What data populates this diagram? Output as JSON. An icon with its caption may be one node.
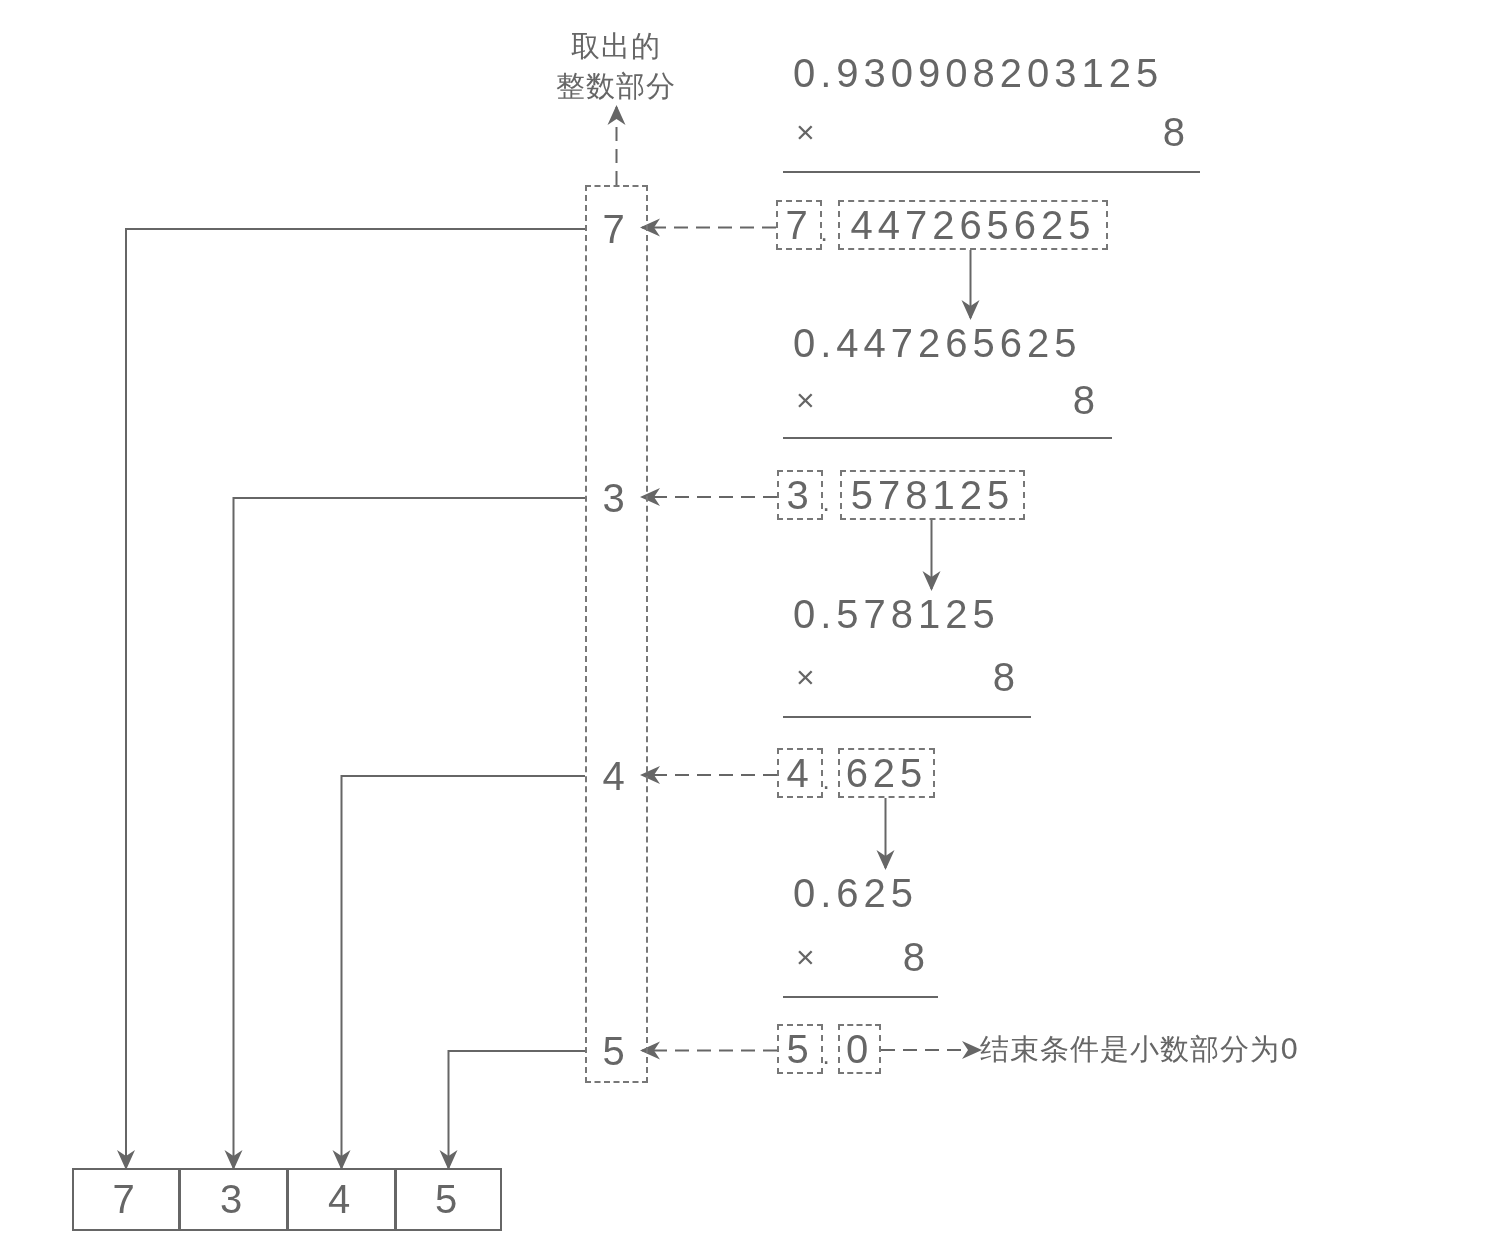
{
  "diagram": {
    "nodes": [
      {
        "text": [],
        "shape": "box"
      },
      {
        "text": [
          "7"
        ],
        "in": 0
      },
      {
        "text": [
          "3"
        ],
        "in": 0
      },
      {
        "text": [
          "4"
        ],
        "in": 0
      },
      {
        "text": [
          "5"
        ],
        "in": 0
      },
      {
        "text": [
          "取出的整数部分"
        ]
      },
      {
        "text": [
          "7"
        ]
      },
      {
        "text": [
          "447265625"
        ]
      },
      {
        "text": [
          "0.447265625"
        ]
      },
      {
        "text": [
          "3"
        ]
      },
      {
        "text": [
          "578125"
        ]
      },
      {
        "text": [
          "0.578125"
        ]
      },
      {
        "text": [
          "4"
        ]
      },
      {
        "text": [
          "625"
        ]
      },
      {
        "text": [
          "0.625"
        ]
      },
      {
        "text": [
          "5"
        ]
      },
      {
        "text": [
          "0"
        ]
      },
      {
        "text": [
          "结束条件是小数部分为0"
        ]
      },
      {
        "text": [
          "7"
        ]
      },
      {
        "text": [
          "3"
        ]
      },
      {
        "text": [
          "4"
        ]
      },
      {
        "text": [
          "5"
        ]
      }
    ],
    "edges": [
      {
        "from": 0,
        "to": 5,
        "arrow": "to",
        "style": "dashed"
      },
      {
        "from": 6,
        "to": 1,
        "arrow": "to",
        "style": "dashed"
      },
      {
        "from": 7,
        "to": 8,
        "arrow": "to"
      },
      {
        "from": 9,
        "to": 2,
        "arrow": "to",
        "style": "dashed"
      },
      {
        "from": 10,
        "to": 11,
        "arrow": "to"
      },
      {
        "from": 12,
        "to": 3,
        "arrow": "to",
        "style": "dashed"
      },
      {
        "from": 13,
        "to": 14,
        "arrow": "to"
      },
      {
        "from": 15,
        "to": 4,
        "arrow": "to",
        "style": "dashed"
      },
      {
        "from": 16,
        "to": 17,
        "arrow": "to",
        "style": "dashed"
      },
      {
        "from": 1,
        "to": 18,
        "arrow": "to"
      },
      {
        "from": 2,
        "to": 19,
        "arrow": "to"
      },
      {
        "from": 3,
        "to": 20,
        "arrow": "to"
      },
      {
        "from": 4,
        "to": 21,
        "arrow": "to"
      }
    ],
    "labels": [
      "0.930908203125",
      "×",
      "8",
      ".",
      "×",
      "8",
      ".",
      "×",
      "8",
      ".",
      "×",
      "8",
      "."
    ]
  }
}
